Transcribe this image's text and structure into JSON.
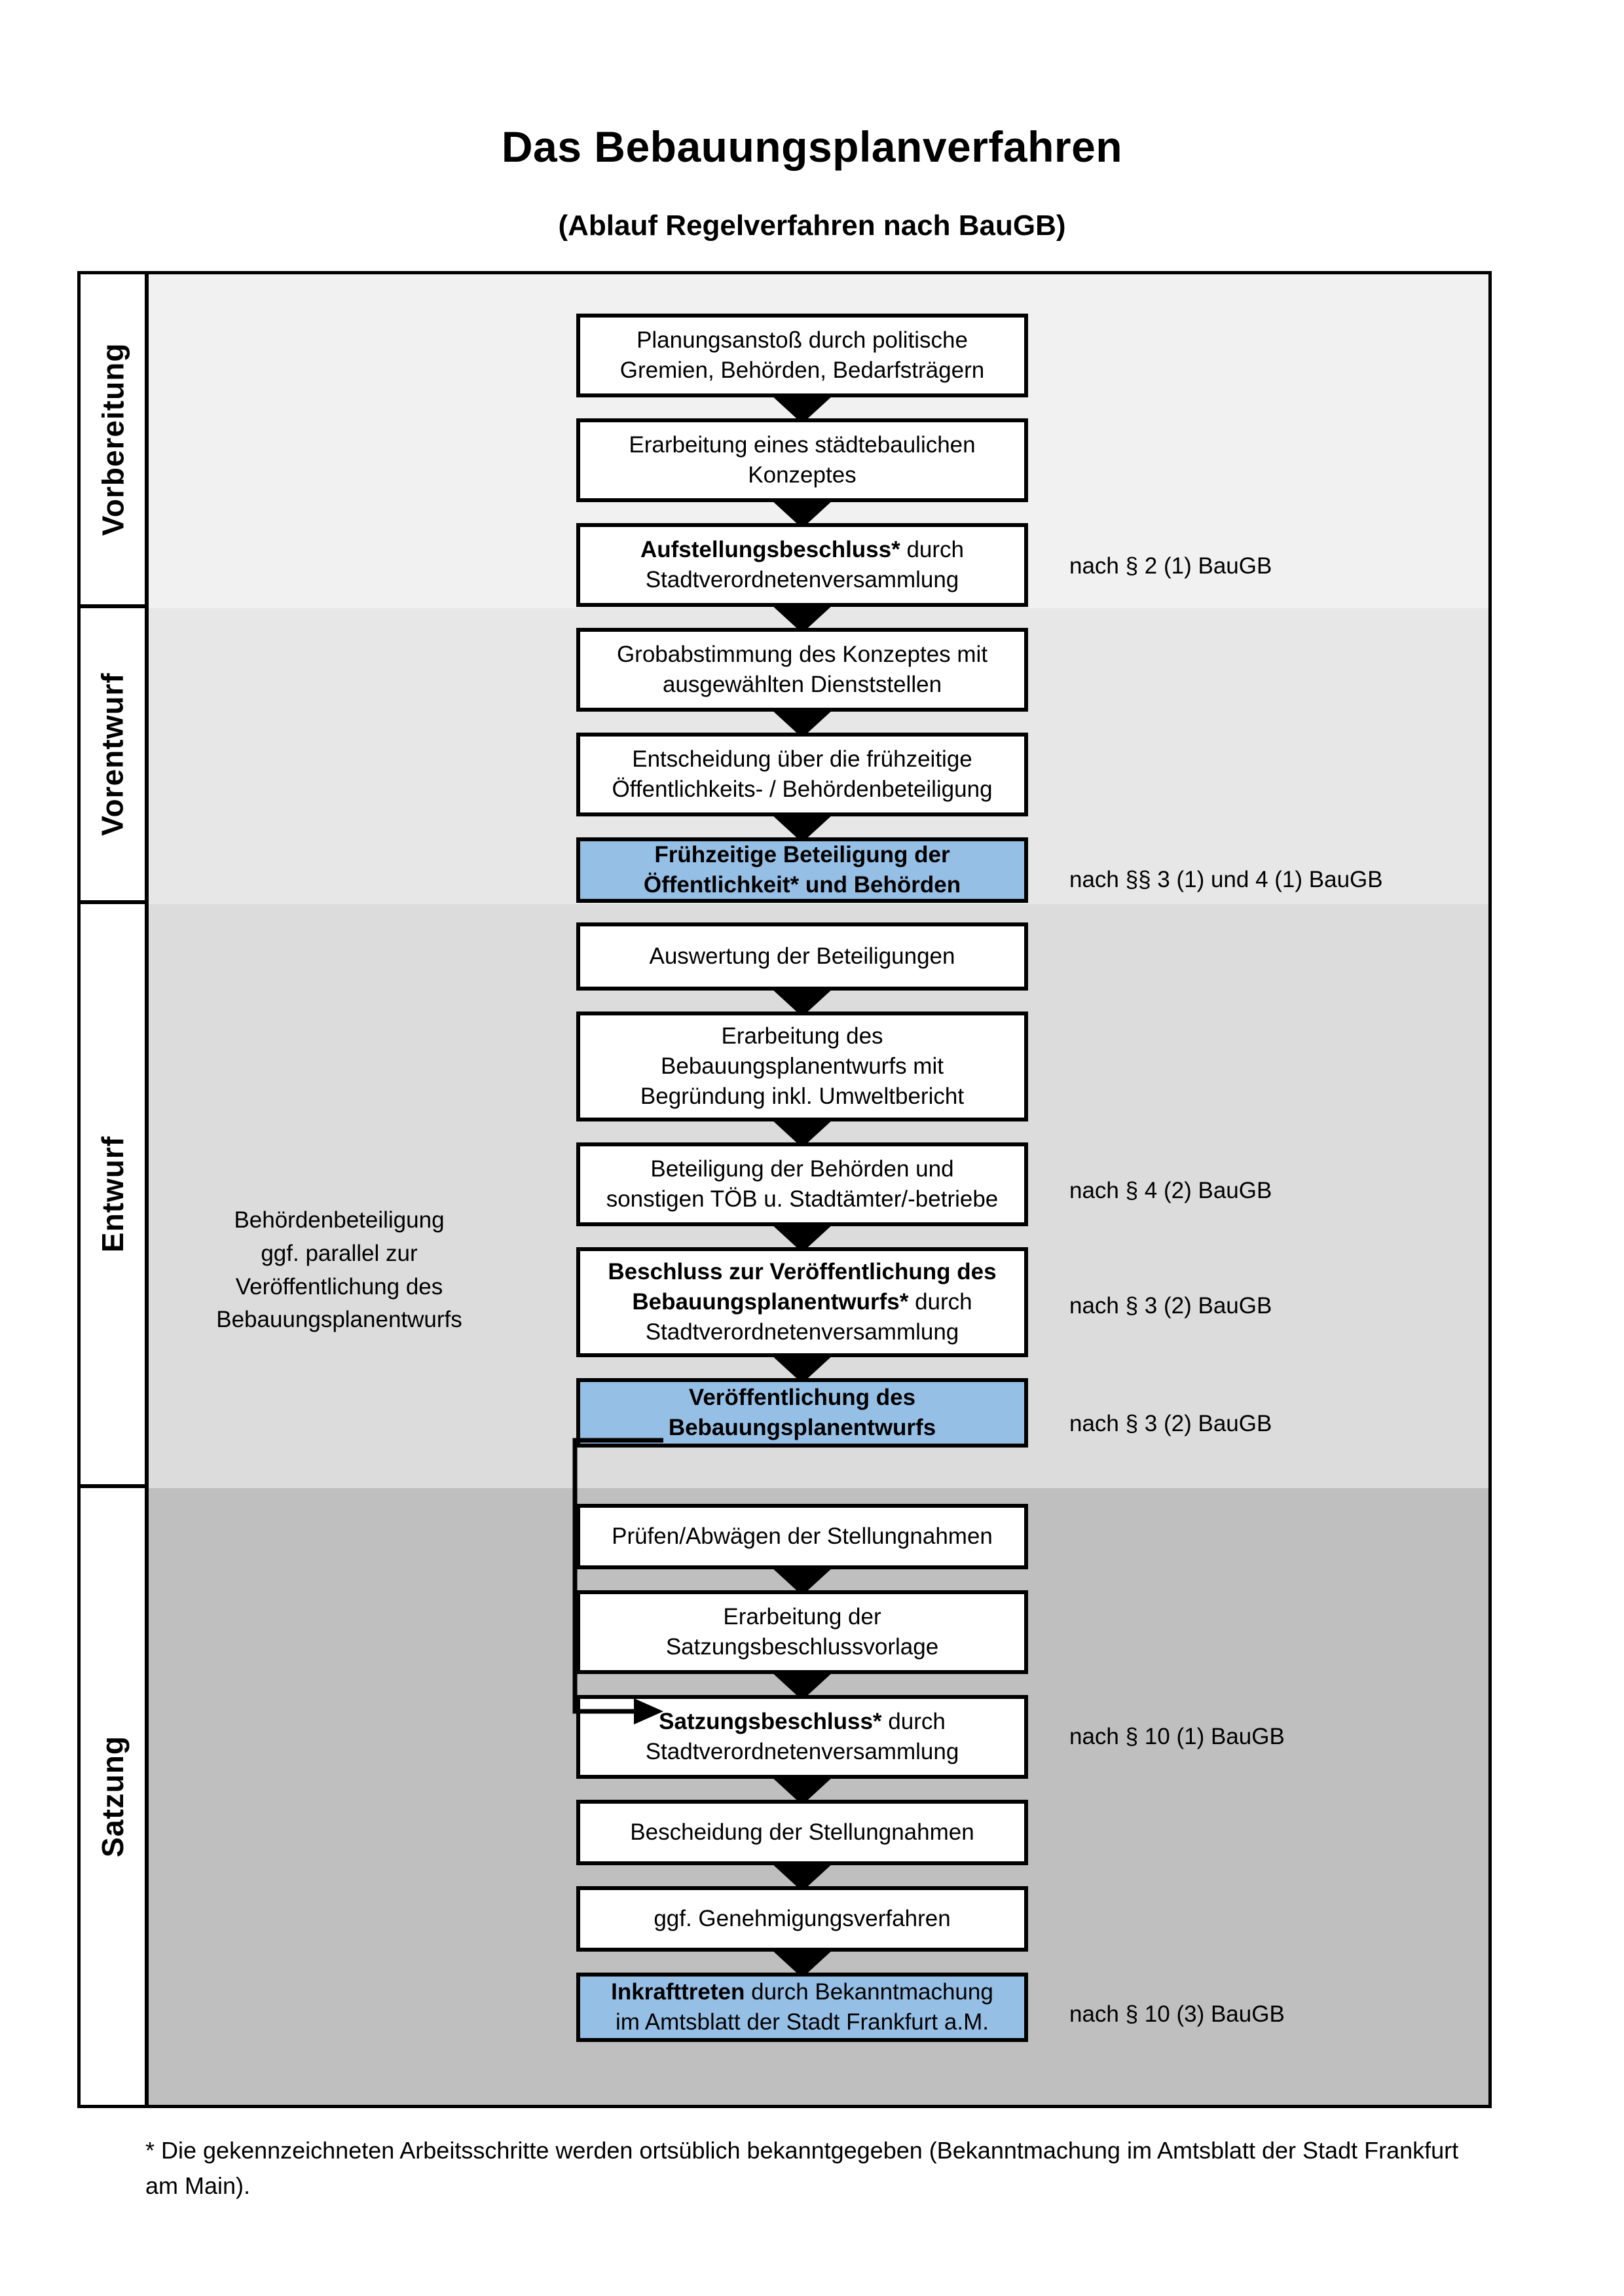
{
  "title": "Das Bebauungsplanverfahren",
  "subtitle": "(Ablauf Regelverfahren nach BauGB)",
  "colors": {
    "highlight_blue": "#96bfe6",
    "band_vorbereitung": "#f1f1f1",
    "band_vorentwurf": "#e7e7e7",
    "band_entwurf": "#dcdcdc",
    "band_satzung": "#bfbfbf",
    "border": "#000000"
  },
  "phases": [
    {
      "label": "Vorbereitung"
    },
    {
      "label": "Vorentwurf"
    },
    {
      "label": "Entwurf"
    },
    {
      "label": "Satzung"
    }
  ],
  "steps": [
    {
      "id": "planungsanstoss",
      "line1": "Planungsanstoß durch politische",
      "line2": "Gremien, Behörden, Bedarfsträgern",
      "bold": "",
      "highlight": false
    },
    {
      "id": "konzept",
      "line1": "Erarbeitung eines städtebaulichen",
      "line2": "Konzeptes",
      "bold": "",
      "highlight": false
    },
    {
      "id": "aufstellungsbeschluss",
      "line1": "",
      "line2": "Stadtverordnetenversammlung",
      "bold": "Aufstellungsbeschluss*",
      "rest": " durch",
      "highlight": false
    },
    {
      "id": "grobabstimmung",
      "line1": "Grobabstimmung des Konzeptes mit",
      "line2": "ausgewählten Dienststellen",
      "bold": "",
      "highlight": false
    },
    {
      "id": "entscheidung-fruehzeitig",
      "line1": "Entscheidung über die frühzeitige",
      "line2": "Öffentlichkeits- / Behördenbeteiligung",
      "bold": "",
      "highlight": false
    },
    {
      "id": "fruehzeitige-beteiligung",
      "line1": "Frühzeitige Beteiligung der",
      "line2": "Öffentlichkeit* und Behörden",
      "bold": "all",
      "highlight": true
    },
    {
      "id": "auswertung",
      "line1": "Auswertung der Beteiligungen",
      "line2": "",
      "bold": "",
      "highlight": false
    },
    {
      "id": "erarbeitung-entwurf",
      "line1": "Erarbeitung des",
      "line2": "Bebauungsplanentwurfs mit",
      "line3": "Begründung inkl. Umweltbericht",
      "bold": "",
      "highlight": false
    },
    {
      "id": "beteiligung-behoerden",
      "line1": "Beteiligung der Behörden und",
      "line2": "sonstigen TÖB u. Stadtämter/-betriebe",
      "bold": "",
      "highlight": false
    },
    {
      "id": "beschluss-veroeffentlichung",
      "line1": "Beschluss zur Veröffentlichung des",
      "line2": "Bebauungsplanentwurfs*",
      "line3": "Stadtverordnetenversammlung",
      "rest": " durch",
      "bold": "two",
      "highlight": false
    },
    {
      "id": "veroeffentlichung",
      "line1": "Veröffentlichung des",
      "line2": "Bebauungsplanentwurfs",
      "bold": "all",
      "highlight": true
    },
    {
      "id": "pruefen-abwaegen",
      "line1": "Prüfen/Abwägen der Stellungnahmen",
      "line2": "",
      "bold": "",
      "highlight": false
    },
    {
      "id": "satzungsbeschlussvorlage",
      "line1": "Erarbeitung der",
      "line2": "Satzungsbeschlussvorlage",
      "bold": "",
      "highlight": false
    },
    {
      "id": "satzungsbeschluss",
      "line1": "",
      "line2": "Stadtverordnetenversammlung",
      "bold": "Satzungsbeschluss*",
      "rest": " durch",
      "highlight": false
    },
    {
      "id": "bescheidung",
      "line1": "Bescheidung der Stellungnahmen",
      "line2": "",
      "bold": "",
      "highlight": false
    },
    {
      "id": "genehmigungsverfahren",
      "line1": "ggf. Genehmigungsverfahren",
      "line2": "",
      "bold": "",
      "highlight": false
    },
    {
      "id": "inkrafttreten",
      "bold": "Inkrafttreten",
      "rest": " durch Bekanntmachung",
      "line2": "im Amtsblatt der Stadt Frankfurt a.M.",
      "highlight": true
    }
  ],
  "legal_refs": [
    {
      "id": "ref-2-1",
      "text": "nach § 2 (1) BauGB"
    },
    {
      "id": "ref-3-1-4-1",
      "text": "nach §§ 3 (1) und 4 (1) BauGB"
    },
    {
      "id": "ref-4-2",
      "text": "nach § 4 (2) BauGB"
    },
    {
      "id": "ref-3-2-a",
      "text": "nach § 3 (2) BauGB"
    },
    {
      "id": "ref-3-2-b",
      "text": "nach § 3 (2) BauGB"
    },
    {
      "id": "ref-10-1",
      "text": "nach § 10 (1) BauGB"
    },
    {
      "id": "ref-10-3",
      "text": "nach § 10 (3) BauGB"
    }
  ],
  "sidenote": {
    "line1": "Behördenbeteiligung",
    "line2": "ggf. parallel zur",
    "line3": "Veröffentlichung des",
    "line4": "Bebauungsplanentwurfs"
  },
  "footnote": "* Die gekennzeichneten Arbeitsschritte werden ortsüblich bekanntgegeben (Bekanntmachung im Amtsblatt  der Stadt Frankfurt am Main)."
}
